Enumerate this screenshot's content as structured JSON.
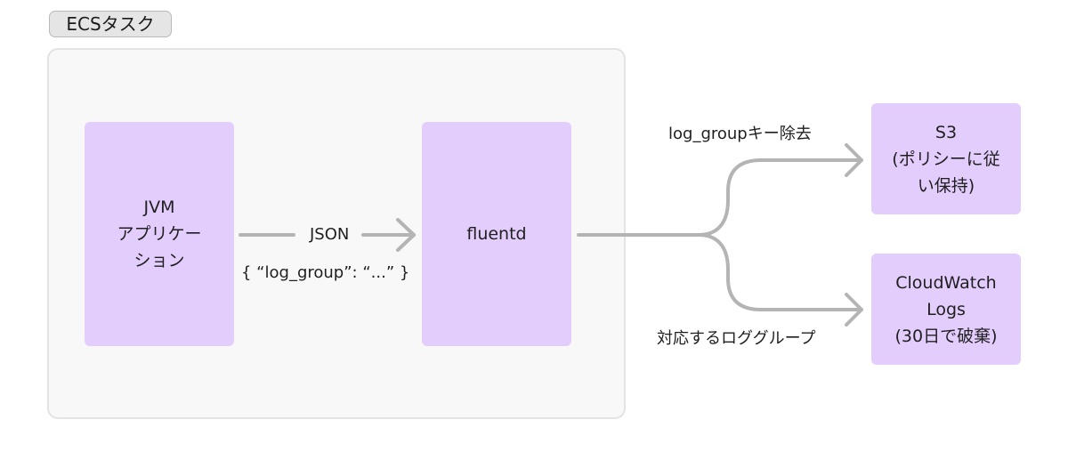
{
  "container": {
    "tag": "ECSタスク"
  },
  "nodes": {
    "jvm": {
      "lines": [
        "JVM",
        "アプリケー",
        "ション"
      ]
    },
    "fluentd": {
      "lines": [
        "fluentd"
      ]
    },
    "s3": {
      "lines": [
        "S3",
        "(ポリシーに従",
        "い保持)"
      ]
    },
    "cloudwatch": {
      "lines": [
        "CloudWatch",
        "Logs",
        "(30日で破棄)"
      ]
    }
  },
  "edges": {
    "jvm_to_fluentd": {
      "label": "JSON",
      "example": "{ “log_group”: “...” }"
    },
    "fluentd_to_s3": {
      "label": "log_groupキー除去"
    },
    "fluentd_to_cloudwatch": {
      "label": "対応するロググループ"
    }
  },
  "colors": {
    "node_fill": "#e3cdfd",
    "container_fill": "#f9f8f9",
    "container_border": "#e4e3e4",
    "edge": "#b4b4b4",
    "tag_fill": "#e5e5e5"
  }
}
